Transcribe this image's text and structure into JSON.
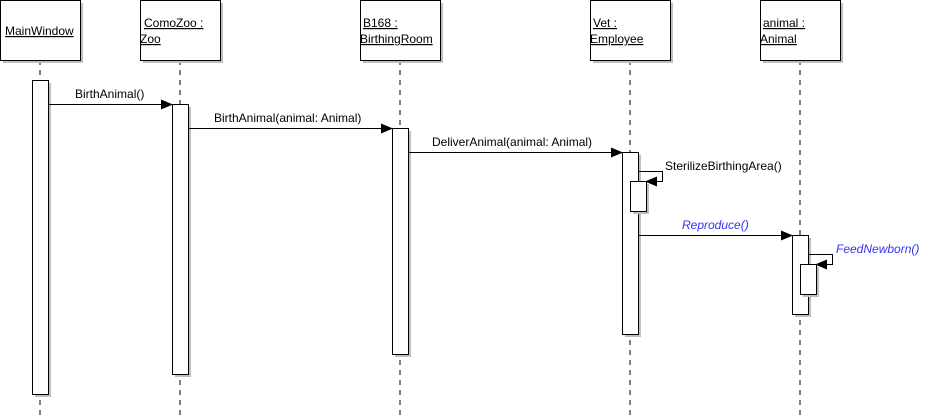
{
  "lifelines": [
    {
      "line1": "MainWindow",
      "line2": ""
    },
    {
      "line1": "ComoZoo :",
      "line2": "Zoo"
    },
    {
      "line1": "B168 :",
      "line2": "BirthingRoom"
    },
    {
      "line1": "Vet :",
      "line2": "Employee"
    },
    {
      "line1": "animal :",
      "line2": "Animal"
    }
  ],
  "messages": [
    {
      "label": "BirthAnimal()"
    },
    {
      "label": "BirthAnimal(animal: Animal)"
    },
    {
      "label": "DeliverAnimal(animal: Animal)"
    },
    {
      "label": "SterilizeBirthingArea()"
    },
    {
      "label": "Reproduce()"
    },
    {
      "label": "FeedNewborn()"
    }
  ],
  "colors": {
    "abstract_message": "#3333ff"
  }
}
